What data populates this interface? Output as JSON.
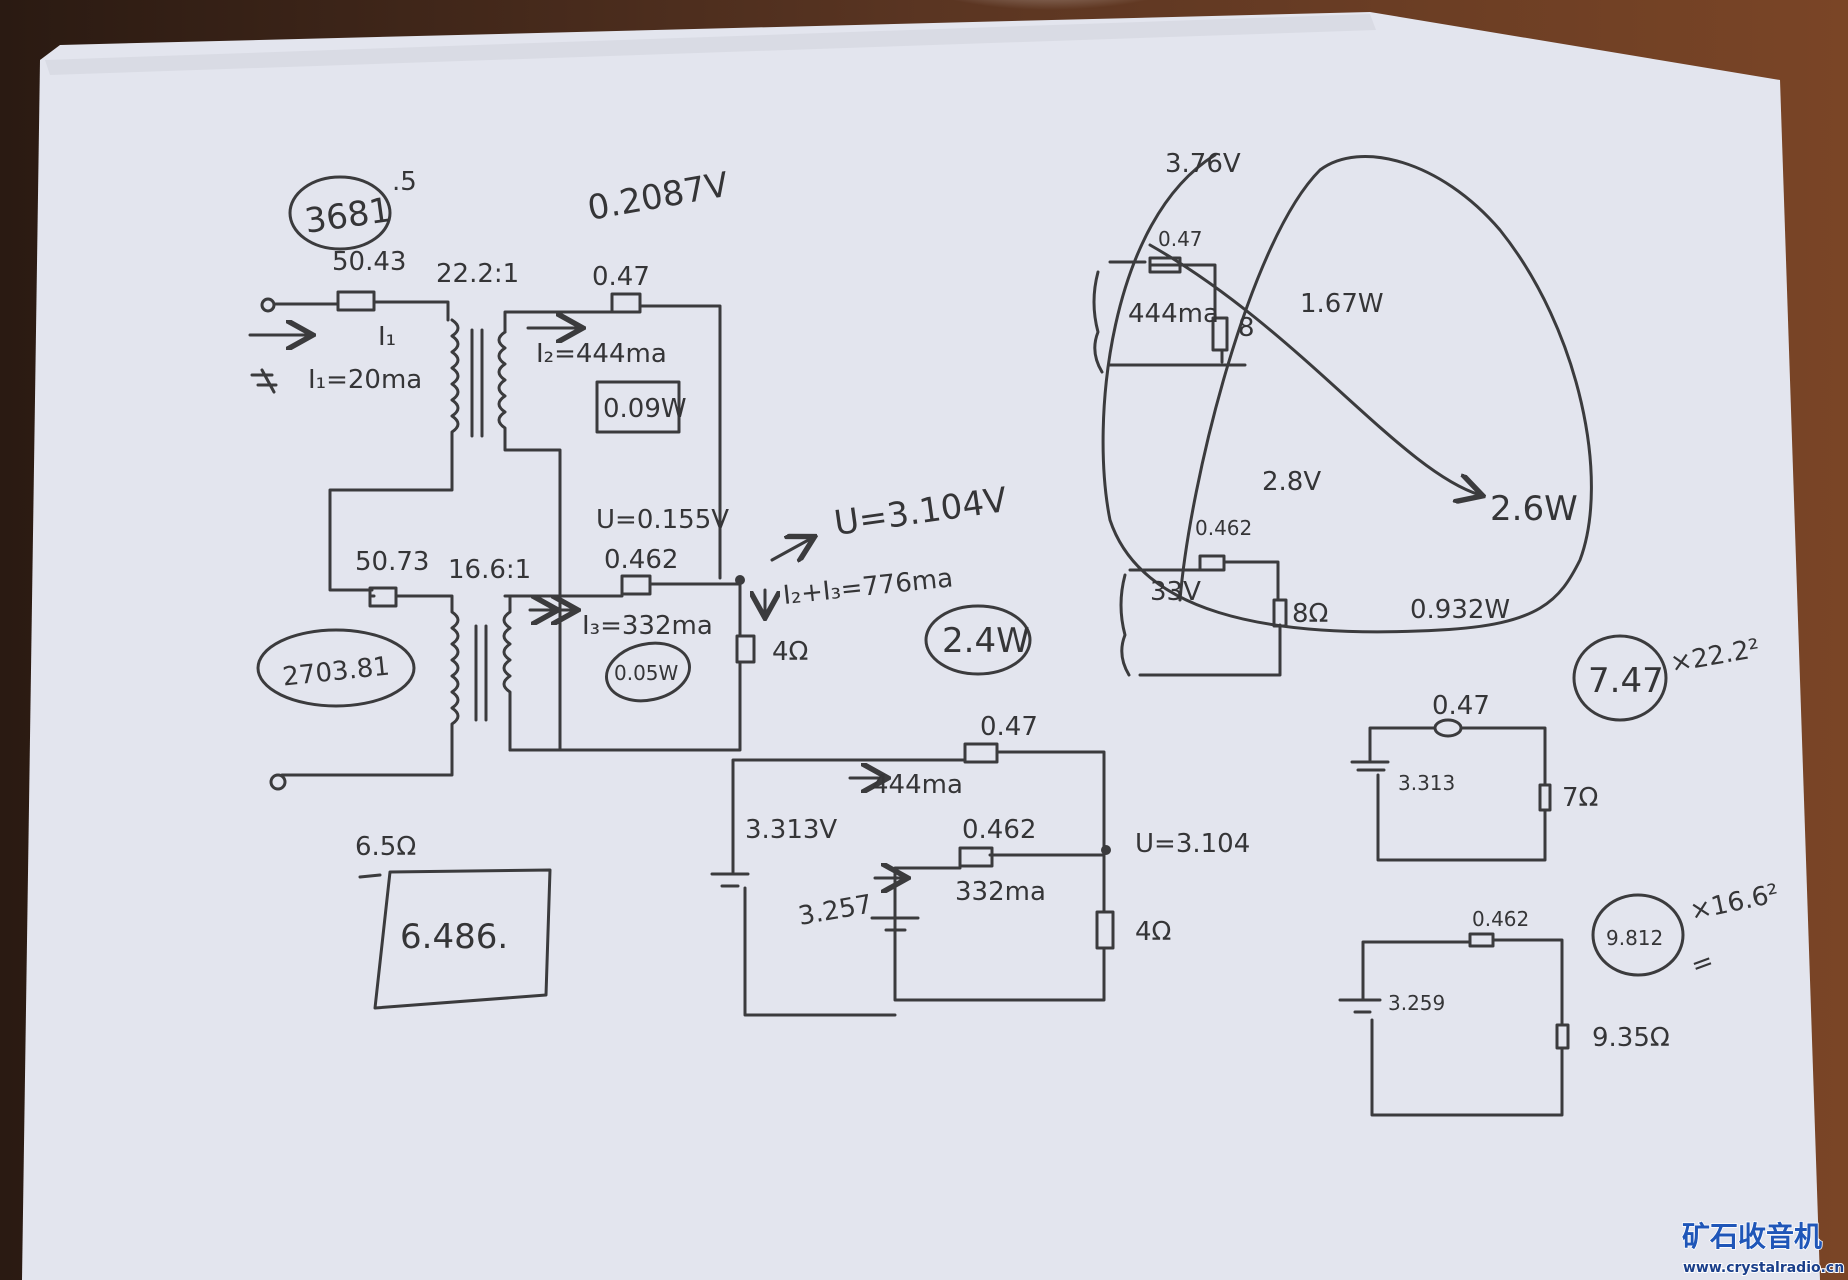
{
  "transformer_circuit": {
    "primary_total": "3681",
    "primary_total_suffix": ".5",
    "secondary_voltage": "0.2087V",
    "r1": "50.43",
    "ratio1": "22.2:1",
    "r2": "0.47",
    "i1_label": "I₁",
    "i1_value": "I₁=20ma",
    "i2_value": "I₂=444ma",
    "p2": "0.09W",
    "u_drop": "U=0.155V",
    "r3": "0.462",
    "i3_value": "I₃=332ma",
    "p3": "0.05W",
    "load": "4Ω",
    "u_node": "U=3.104V",
    "i_sum": "I₂+I₃=776ma",
    "p_total": "2.4W",
    "r4": "50.73",
    "ratio2": "16.6:1",
    "secondary_total": "2703.81",
    "note_resistance": "6.5Ω",
    "boxed_value": "6.486."
  },
  "equivalent_circuit": {
    "r_top": "0.47",
    "i_top": "444ma",
    "v_left": "3.313V",
    "r_mid": "0.462",
    "i_mid": "332ma",
    "v_mid": "3.257",
    "u_node": "U=3.104",
    "load": "4Ω"
  },
  "power_diagram": {
    "v_top": "3.76V",
    "r_top": "0.47",
    "i_top": "444ma",
    "load_top": "8",
    "p_a": "1.67W",
    "v_mid": "2.8V",
    "p_b": "2.6W",
    "r_bottom": "0.462",
    "v_bottom": "33V",
    "load_bottom": "8Ω",
    "p_c": "0.932W"
  },
  "circuit_a": {
    "circled": "7.47",
    "multiplier": "×22.2²",
    "r": "0.47",
    "v": "3.313",
    "load": "7Ω"
  },
  "circuit_b": {
    "circled": "9.812",
    "multiplier": "×16.6²",
    "equals": "=",
    "r": "0.462",
    "v": "3.259",
    "load": "9.35Ω"
  },
  "watermark": {
    "title": "矿石收音机",
    "url": "www.crystalradio.cn"
  }
}
